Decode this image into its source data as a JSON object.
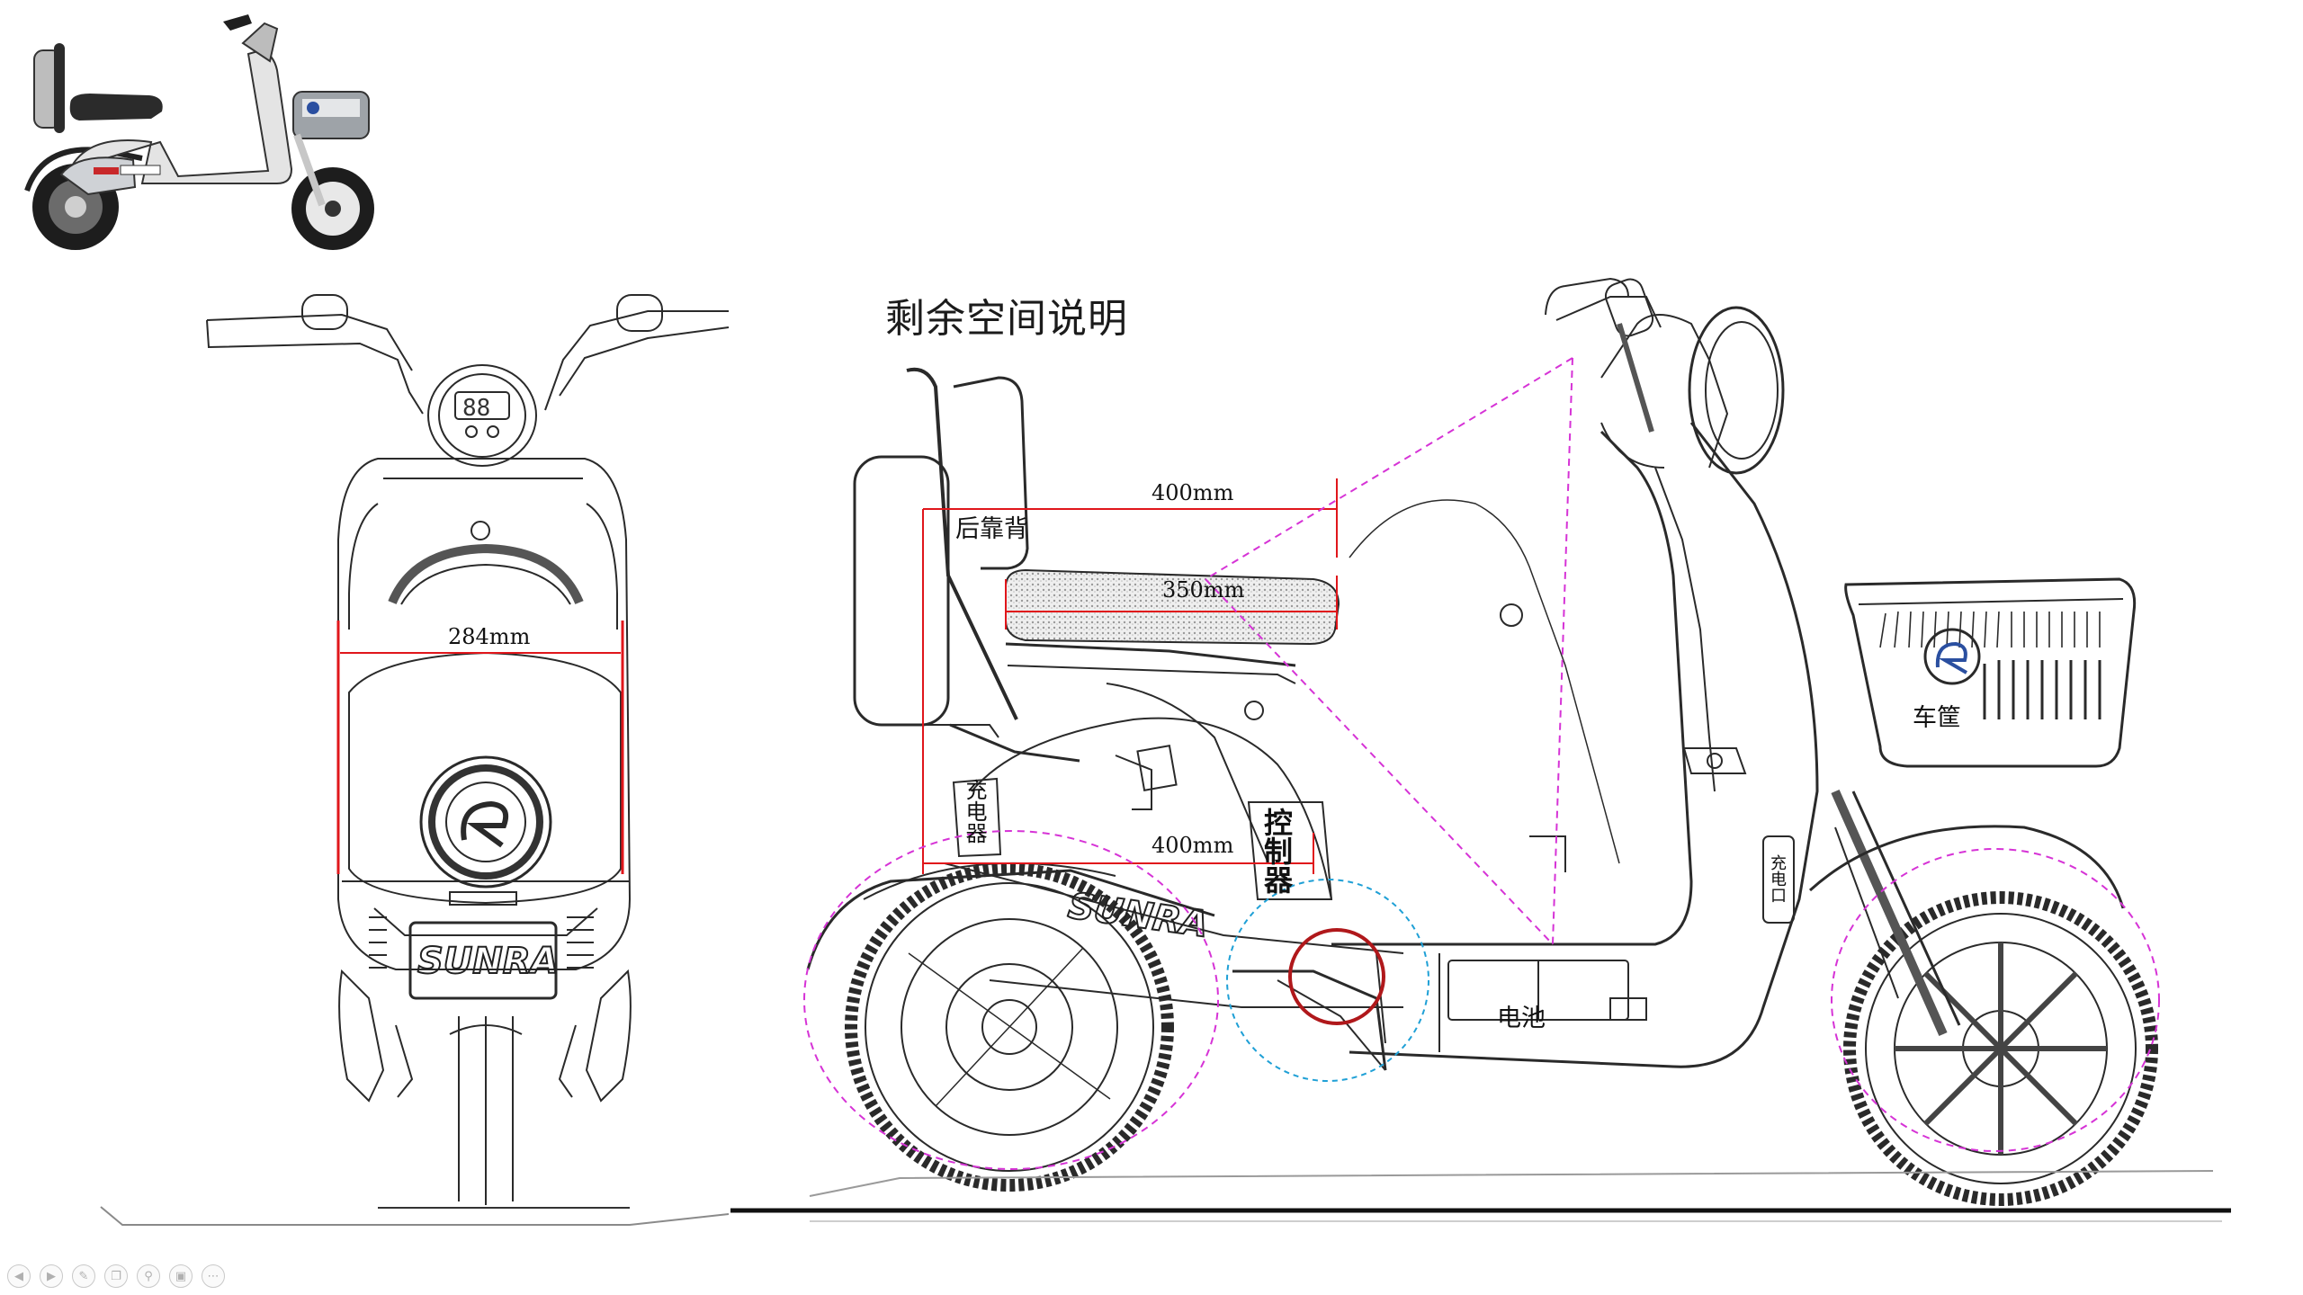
{
  "title": "剩余空间说明",
  "dimensions": {
    "front_width": "284mm",
    "seat_length_top": "400mm",
    "seat_length_cushion": "350mm",
    "lower_length": "400mm"
  },
  "labels": {
    "backrest": "后靠背",
    "basket": "车筐",
    "battery": "电池",
    "controller": "控制器",
    "charger": "充电器",
    "charge_port": "充电口"
  },
  "brand": "SUNRA",
  "display_digits": "88",
  "colors": {
    "dimension_line": "#e0161b",
    "diagonal_guide": "#d633d6",
    "blue_circle": "#1fa0d6",
    "ground": "#111111",
    "outline": "#2a2a2a"
  },
  "toolbar": {
    "buttons": [
      "prev-icon",
      "next-icon",
      "pen-icon",
      "copy-icon",
      "zoom-icon",
      "screen-icon",
      "more-icon"
    ]
  }
}
